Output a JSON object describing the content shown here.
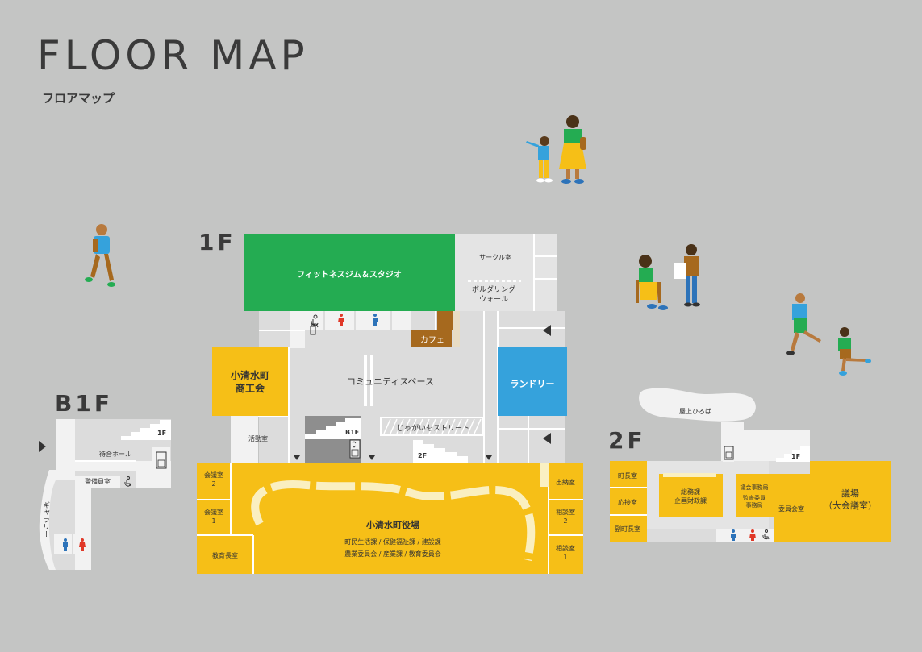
{
  "title": "FLOOR MAP",
  "subtitle": "フロアマップ",
  "floors": {
    "f1": "1F",
    "b1": "B1F",
    "f2": "2F"
  },
  "f1_rooms": {
    "fitness": "フィットネスジム＆スタジオ",
    "circle": "サークル室",
    "bouldering": "ボルダリング\nウォール",
    "cafe": "カフェ",
    "chamber_of_commerce": "小清水町\n商工会",
    "community_space": "コミュニティスペース",
    "laundry": "ランドリー",
    "activity_room": "活動室",
    "potato_street": "じゃがいもストリート",
    "stairs_down_label": "B1F",
    "stairs_up_label": "2F",
    "town_hall": "小清水町役場",
    "town_hall_depts_1": "町民生活課 / 保健福祉課 / 建設課",
    "town_hall_depts_2": "農業委員会 / 産業課 / 教育委員会",
    "meeting_room_2": "会議室\n2",
    "meeting_room_1": "会議室\n1",
    "education_chief": "教育長室",
    "treasury": "出納室",
    "consult_2": "相談室\n2",
    "consult_1": "相談室\n1"
  },
  "b1_rooms": {
    "waiting_hall": "待合ホール",
    "security_room": "警備員室",
    "gallery": "ギャラリー",
    "stairs_up_label": "1F"
  },
  "f2_rooms": {
    "rooftop_plaza": "屋上ひろば",
    "mayor": "町長室",
    "reception": "応接室",
    "deputy_mayor": "副町長室",
    "general_affairs": "総務課\n企画財政課",
    "assembly_office": "議会事務局",
    "audit_office": "監査委員\n事務局",
    "committee_room": "委員会室",
    "assembly_hall": "議場\n（大会議室）",
    "stairs_down_label": "1F"
  },
  "icons": [
    "wheelchair-icon",
    "male-toilet-icon",
    "female-toilet-icon",
    "elevator-icon",
    "entrance-arrow-icon",
    "stairs-icon"
  ],
  "colors": {
    "background": "#c4c5c4",
    "floor_base": "#dcdcdc",
    "fitness_green": "#24ac52",
    "laundry_blue": "#35a2dc",
    "office_yellow": "#f6bf17",
    "cafe_brown": "#a6691e",
    "stairs_gray": "#8e8e8e"
  }
}
